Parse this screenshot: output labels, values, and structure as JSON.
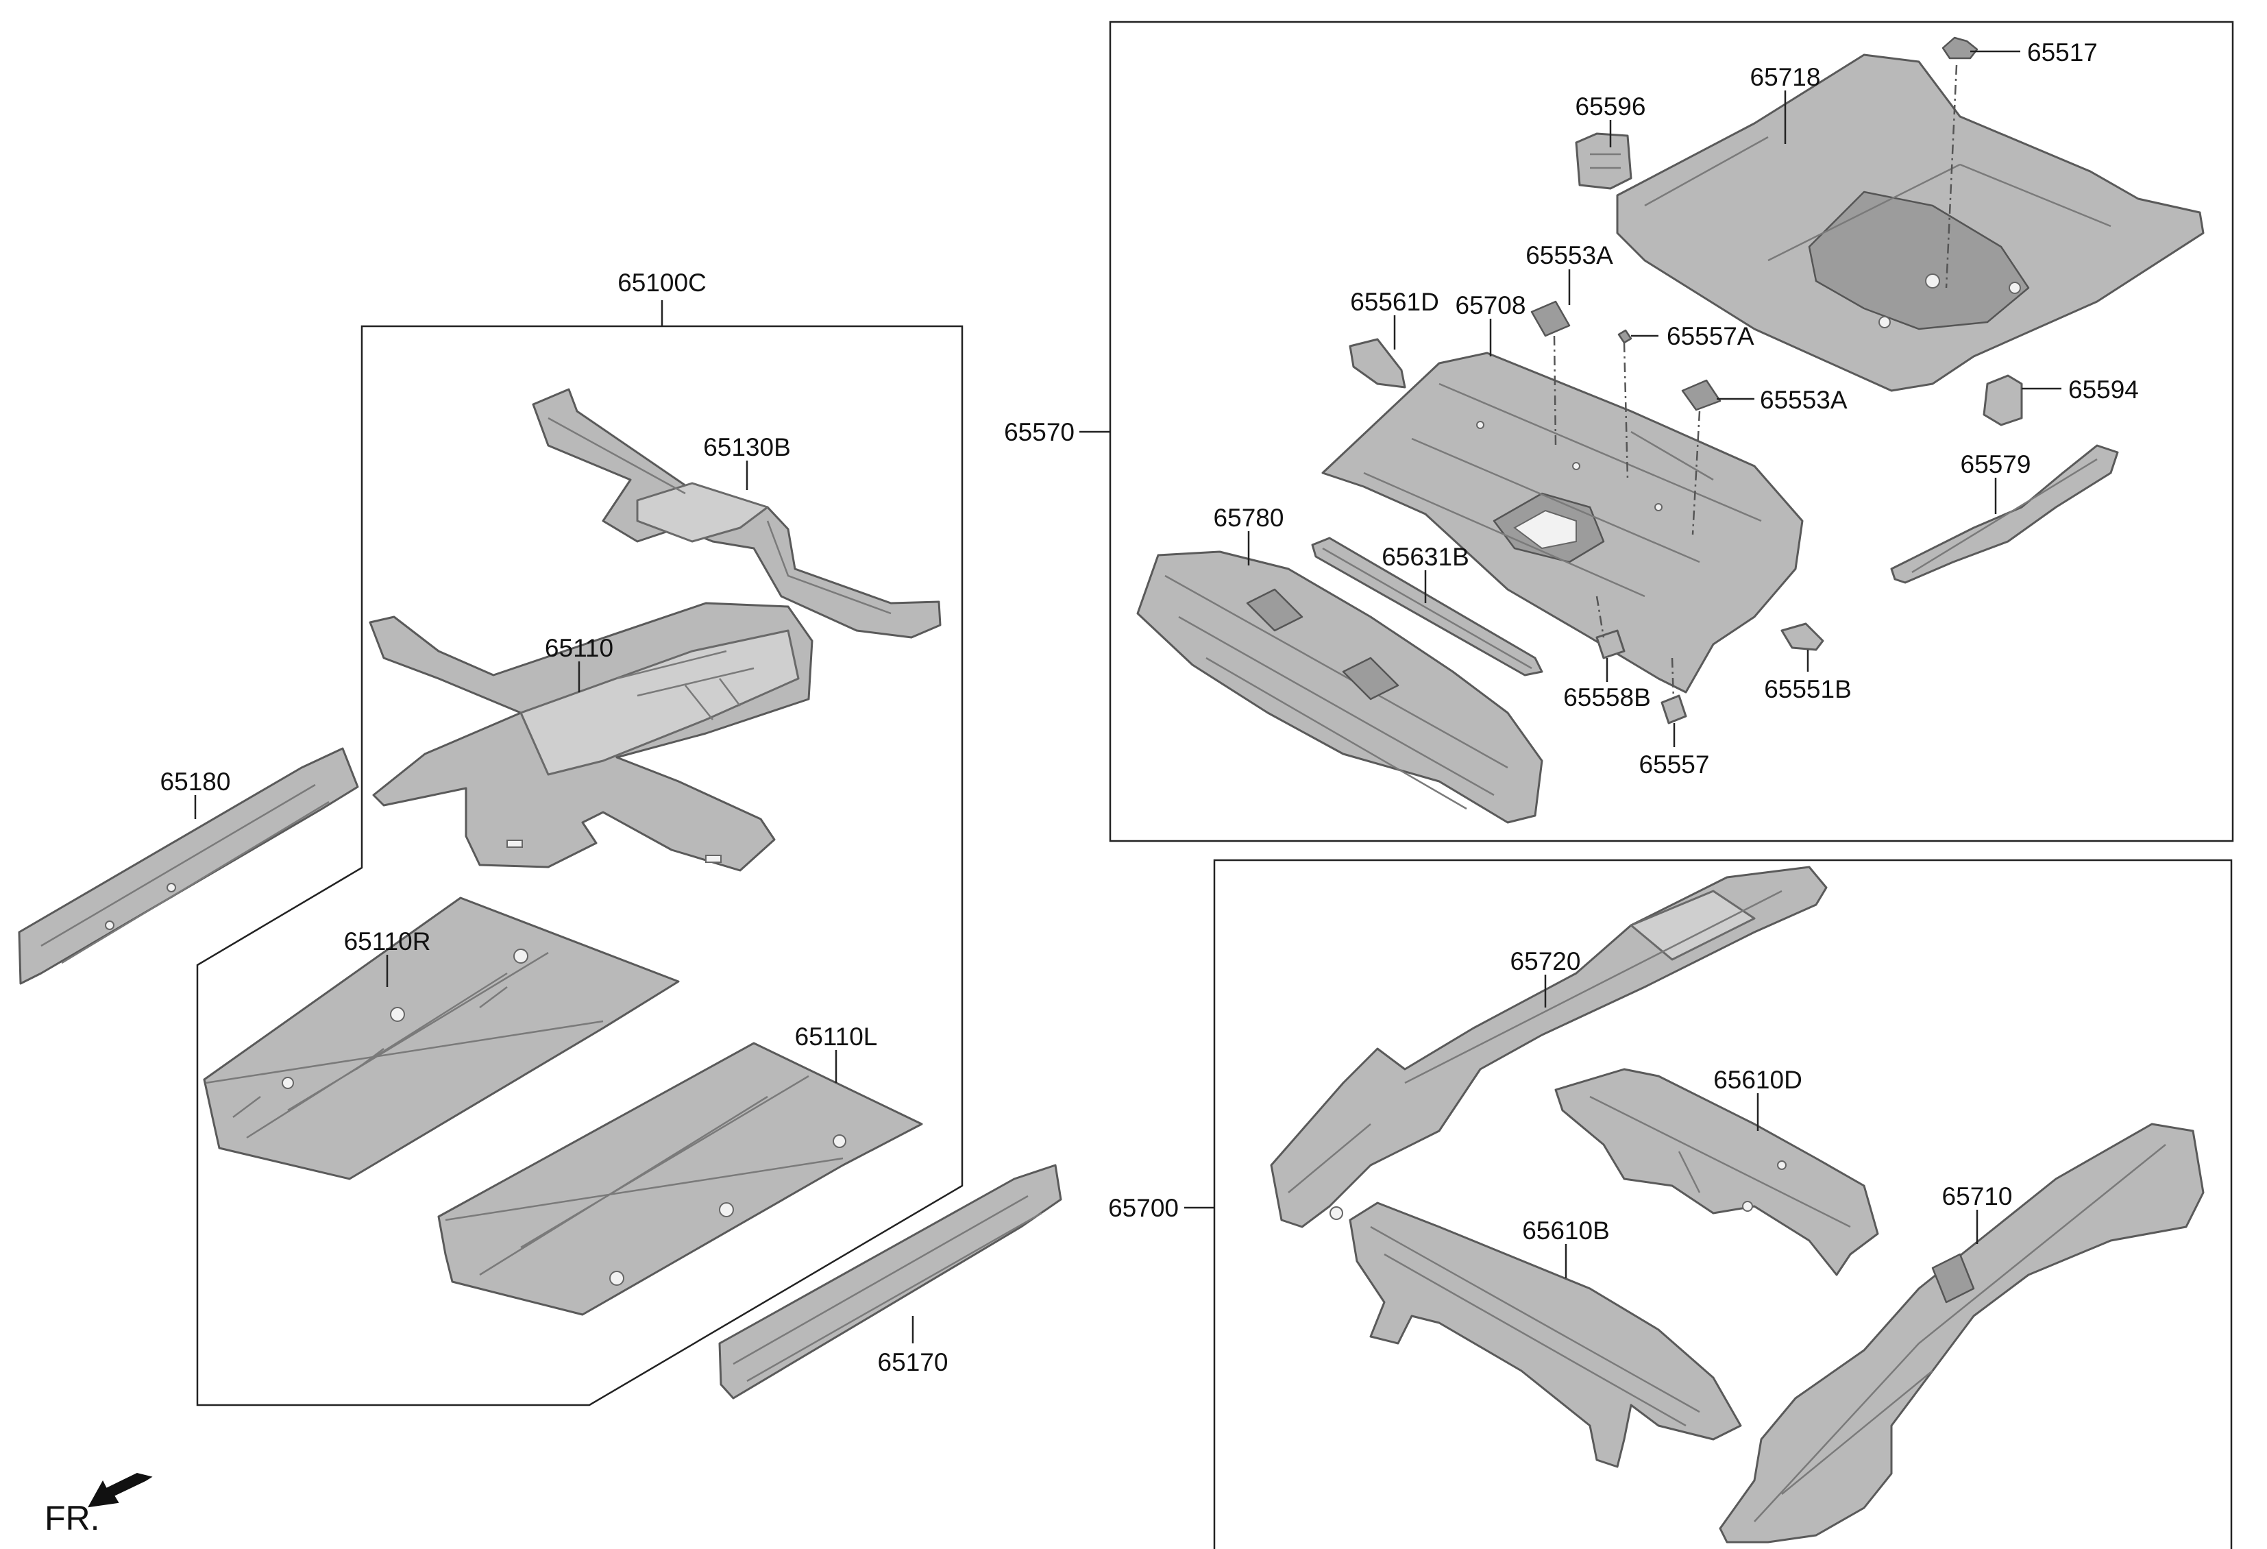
{
  "labels": {
    "p65100C": "65100C",
    "p65130B": "65130B",
    "p65110": "65110",
    "p65180": "65180",
    "p65110R": "65110R",
    "p65110L": "65110L",
    "p65170": "65170",
    "p65570": "65570",
    "p65718": "65718",
    "p65517": "65517",
    "p65596": "65596",
    "p65553A_1": "65553A",
    "p65561D": "65561D",
    "p65708": "65708",
    "p65557A": "65557A",
    "p65553A_2": "65553A",
    "p65594": "65594",
    "p65579": "65579",
    "p65780": "65780",
    "p65631B": "65631B",
    "p65558B": "65558B",
    "p65551B": "65551B",
    "p65557": "65557",
    "p65700": "65700",
    "p65720": "65720",
    "p65610D": "65610D",
    "p65610B": "65610B",
    "p65710": "65710"
  },
  "direction": {
    "text": "FR.",
    "icon": "front-arrow-icon"
  },
  "colors": {
    "part_fill": "#b9b9b9",
    "part_stroke": "#5a5a5a",
    "frame": "#222222",
    "background": "#ffffff"
  }
}
